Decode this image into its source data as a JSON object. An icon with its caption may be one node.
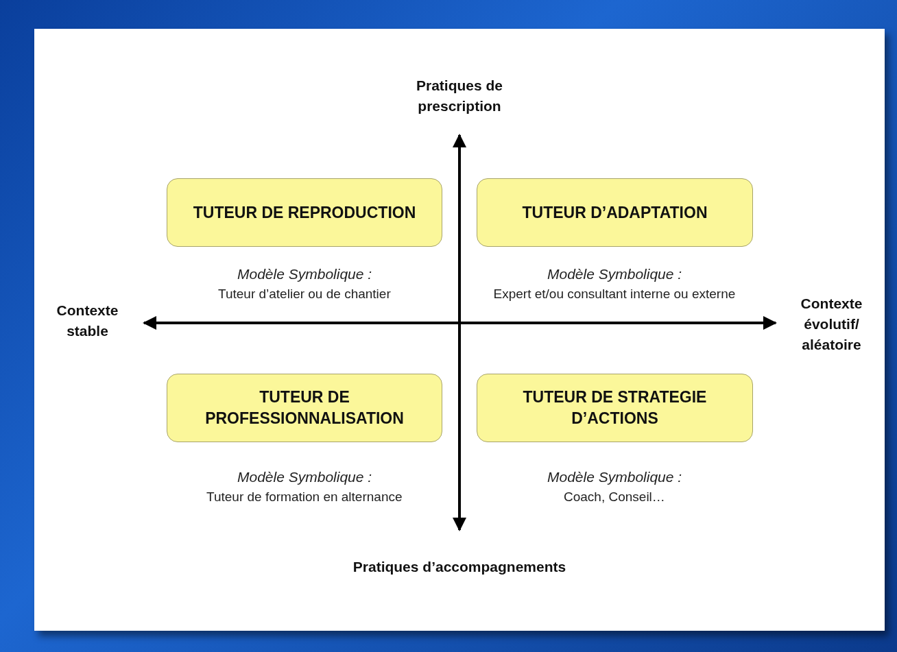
{
  "diagram": {
    "nodes": [
      {
        "text": [
          "TUTEUR DE REPRODUCTION"
        ],
        "beside": [
          "Modèle Symbolique :",
          "Tuteur d’atelier ou de chantier"
        ]
      },
      {
        "text": [
          "TUTEUR D’ADAPTATION"
        ],
        "beside": [
          "Modèle Symbolique :",
          "Expert et/ou consultant interne ou externe"
        ]
      },
      {
        "text": [
          "TUTEUR DE PROFESSIONNALISATION"
        ],
        "beside": [
          "Modèle Symbolique :",
          "Tuteur de formation en alternance"
        ]
      },
      {
        "text": [
          "TUTEUR DE STRATEGIE D’ACTIONS"
        ],
        "beside": [
          "Modèle Symbolique :",
          "Coach, Conseil…"
        ]
      }
    ],
    "edges": [],
    "labels": [
      "Pratiques de prescription",
      "Contexte stable",
      "Contexte évolutif/ aléatoire",
      "Pratiques d’accompagnements"
    ]
  }
}
